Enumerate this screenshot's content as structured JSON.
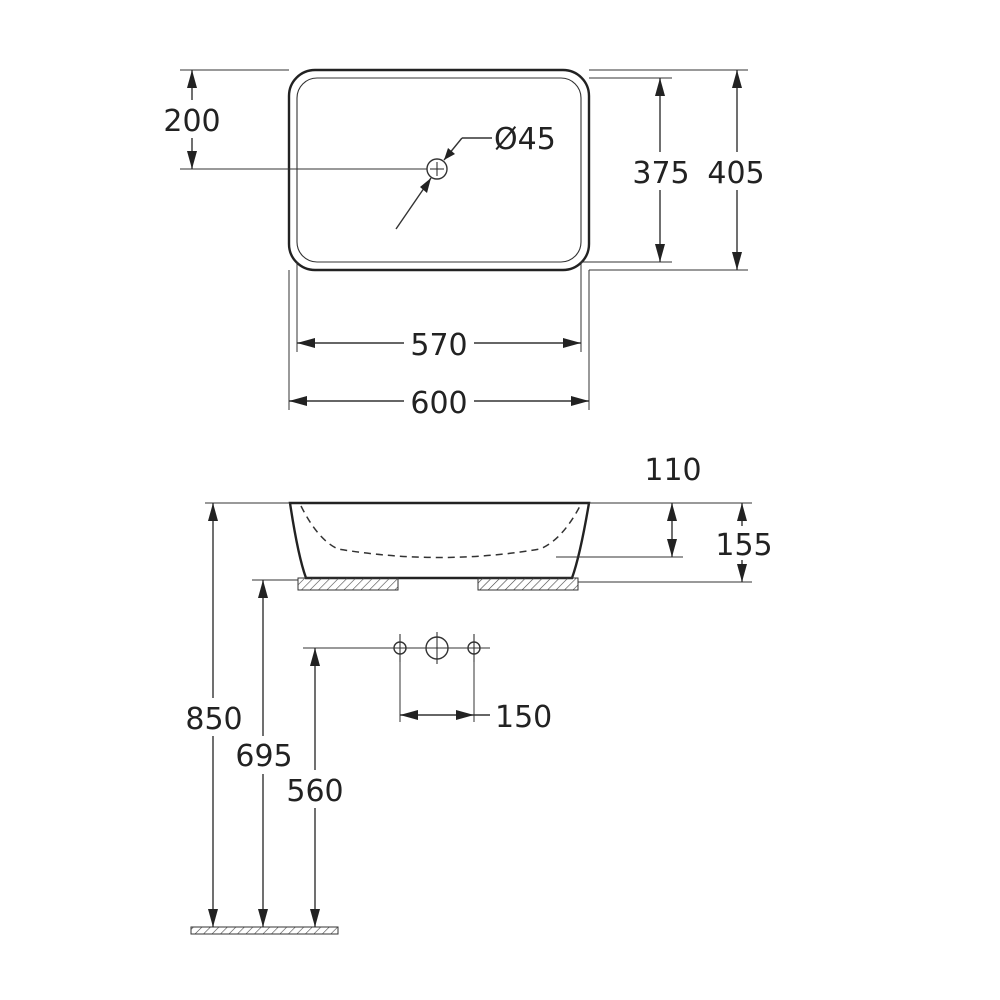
{
  "plan_view": {
    "dim_hole_offset": "200",
    "dim_hole_diameter": "Ø45",
    "dim_inner_depth": "375",
    "dim_outer_depth": "405",
    "dim_inner_width": "570",
    "dim_outer_width": "600"
  },
  "elevation_view": {
    "dim_basin_depth": "110",
    "dim_basin_height": "155",
    "dim_tap_spacing": "150",
    "dim_top_height": "850",
    "dim_counter_height": "695",
    "dim_waste_height": "560"
  }
}
